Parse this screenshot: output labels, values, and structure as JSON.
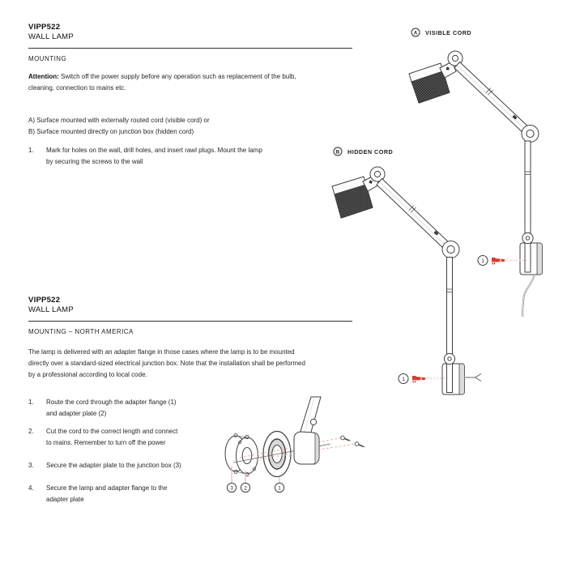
{
  "doc": {
    "section1": {
      "model": "VIPP522",
      "product": "WALL LAMP",
      "heading": "MOUNTING",
      "attention_bold": "Attention:",
      "attention_line1": " Switch off the power supply before any operation such as replacement of the bulb,",
      "attention_line2": "cleaning, connection to mains etc.",
      "options": [
        "A) Surface mounted with externally routed cord (visible cord) or",
        "B) Surface mounted directly on junction box (hidden cord)"
      ],
      "steps": [
        {
          "num": "1.",
          "lines": [
            "Mark for holes on the wall, drill holes, and insert rawl plugs. Mount the lamp",
            "by securing the screws to the wall"
          ]
        }
      ]
    },
    "section2": {
      "model": "VIPP522",
      "product": "WALL LAMP",
      "heading": "MOUNTING – NORTH AMERICA",
      "intro_lines": [
        "The lamp is delivered with an adapter flange in those cases where the lamp is to be mounted",
        "directly over a standard-sized electrical junction box. Note that the installation shall be performed",
        "by a professional according to local code."
      ],
      "steps": [
        {
          "num": "1.",
          "lines": [
            "Route the cord through the adapter flange (1)",
            "and adapter plate (2)"
          ]
        },
        {
          "num": "2.",
          "lines": [
            "Cut the cord to the correct length and connect",
            "to mains. Remember to turn off the power"
          ]
        },
        {
          "num": "3.",
          "lines": [
            "Secure the adapter plate to the junction box (3)"
          ]
        },
        {
          "num": "4.",
          "lines": [
            "Secure the lamp and adapter flange to the",
            "adapter plate"
          ]
        }
      ]
    }
  },
  "figures": {
    "visible": {
      "badge": "A",
      "label": "VISIBLE CORD",
      "callout": "1"
    },
    "hidden": {
      "badge": "B",
      "label": "HIDDEN CORD",
      "callout": "1"
    },
    "exploded": {
      "callouts": [
        "3",
        "2",
        "1"
      ]
    }
  },
  "colors": {
    "accent_red": "#d93a2e",
    "dash_red": "#efaca6",
    "line": "#3f3f3f",
    "text": "#1d1d1d"
  }
}
